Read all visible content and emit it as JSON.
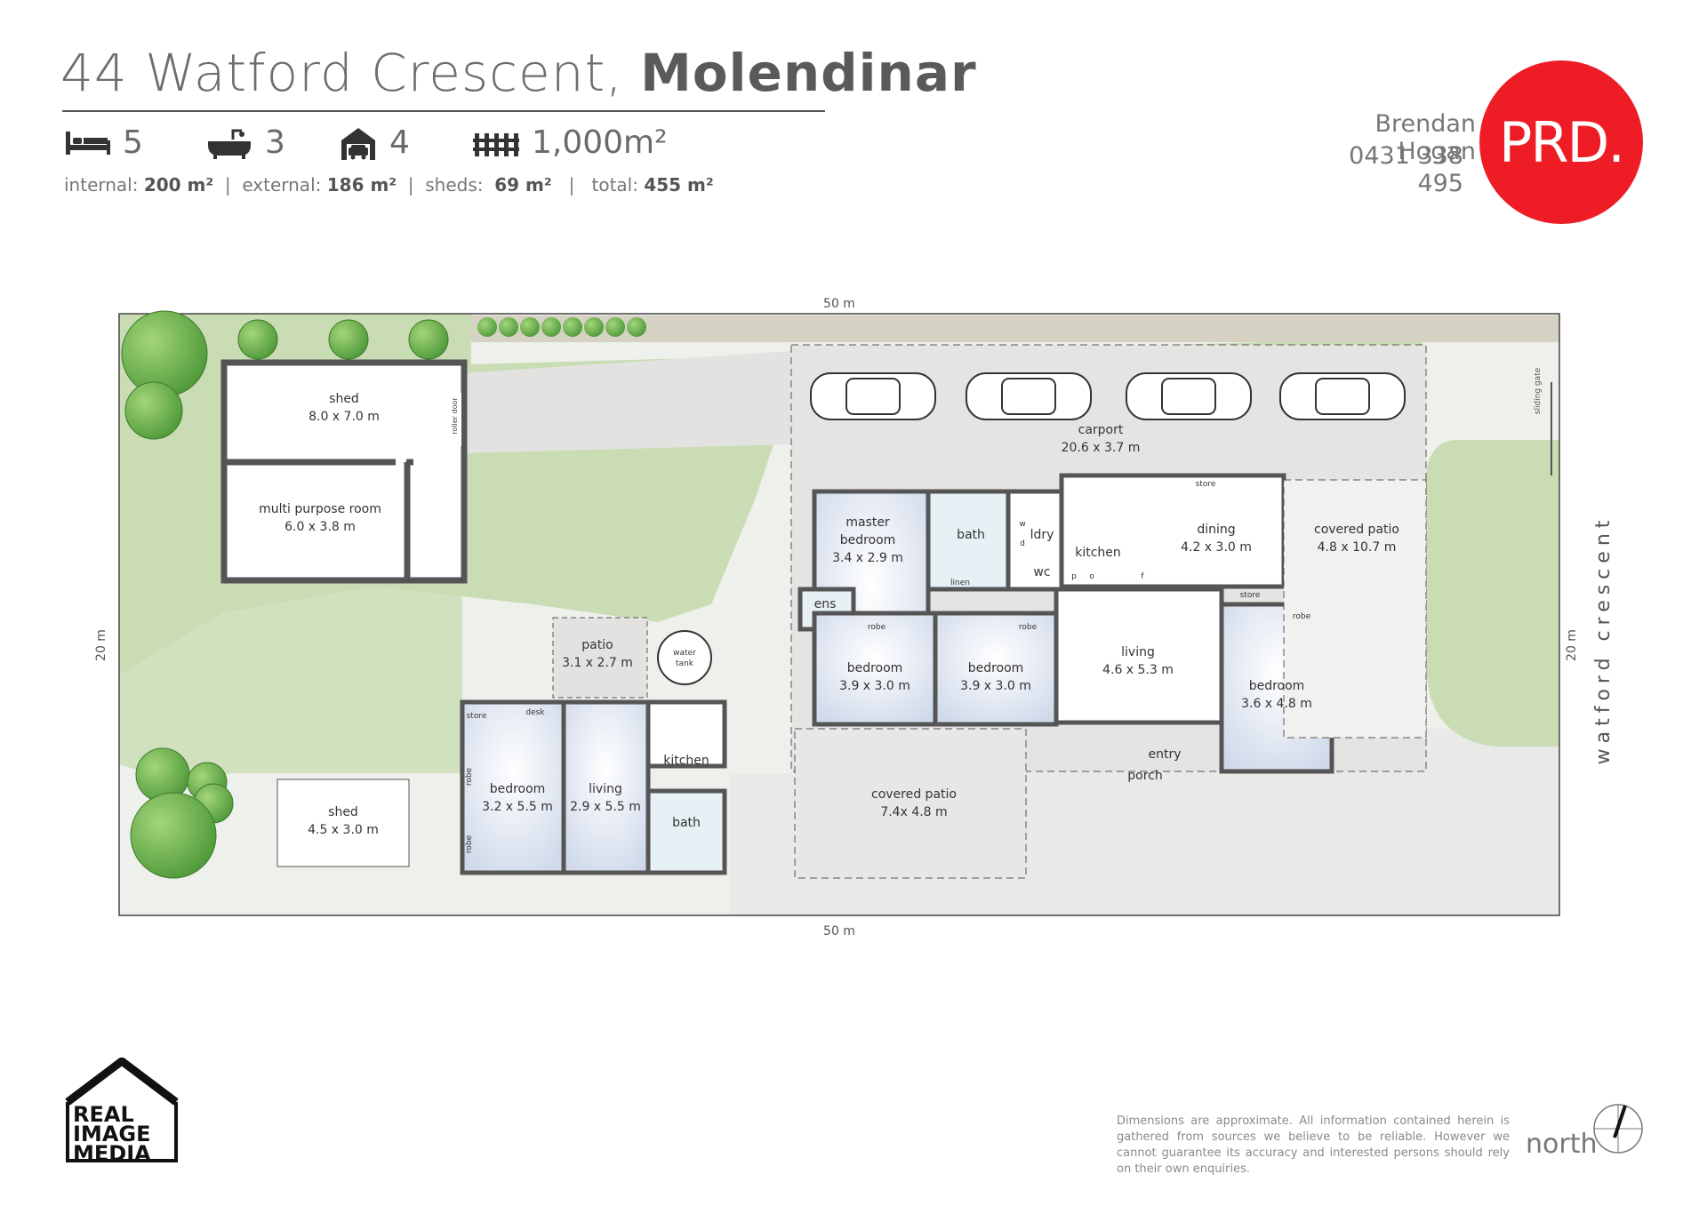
{
  "header": {
    "address_street": "44 Watford Crescent,",
    "address_suburb": "Molendinar",
    "beds": "5",
    "baths": "3",
    "cars": "4",
    "land": "1,000m²",
    "areas": {
      "internal_label": "internal:",
      "internal": "200 m²",
      "external_label": "external:",
      "external": "186 m²",
      "sheds_label": "sheds:",
      "sheds": "69 m²",
      "total_label": "total:",
      "total": "455 m²"
    }
  },
  "agent": {
    "name": "Brendan Hogan",
    "phone": "0431 338 495",
    "brand": "PRD."
  },
  "plan": {
    "dim_top": "50 m",
    "dim_bottom": "50 m",
    "dim_left": "20 m",
    "dim_right": "20 m",
    "street": "watford crescent",
    "sliding_gate": "sliding gate",
    "roller_door": "roller door",
    "rooms": {
      "shed1_name": "shed",
      "shed1_size": "8.0 x 7.0 m",
      "mpr_name": "multi purpose room",
      "mpr_size": "6.0 x 3.8 m",
      "carport_name": "carport",
      "carport_size": "20.6 x 3.7 m",
      "master_name": "master",
      "master_name2": "bedroom",
      "master_size": "3.4 x 2.9 m",
      "bath_main": "bath",
      "ldry": "ldry",
      "wc": "wc",
      "kitchen_main": "kitchen",
      "dining_name": "dining",
      "dining_size": "4.2 x 3.0 m",
      "cpatio_r_name": "covered patio",
      "cpatio_r_size": "4.8 x 10.7 m",
      "ens": "ens",
      "linen": "linen",
      "robe": "robe",
      "store": "store",
      "desk": "desk",
      "bed2_name": "bedroom",
      "bed2_size": "3.9 x 3.0 m",
      "bed3_name": "bedroom",
      "bed3_size": "3.9 x 3.0 m",
      "living_name": "living",
      "living_size": "4.6 x 5.3 m",
      "bed4_name": "bedroom",
      "bed4_size": "3.6 x 4.8 m",
      "entry": "entry",
      "porch": "porch",
      "cpatio_c_name": "covered patio",
      "cpatio_c_size": "7.4x 4.8 m",
      "patio_name": "patio",
      "patio_size": "3.1 x 2.7 m",
      "water_tank": "water",
      "water_tank2": "tank",
      "gf_bed_name": "bedroom",
      "gf_bed_size": "3.2 x 5.5 m",
      "gf_living_name": "living",
      "gf_living_size": "2.9 x 5.5 m",
      "gf_kitchen": "kitchen",
      "gf_bath": "bath",
      "shed2_name": "shed",
      "shed2_size": "4.5 x 3.0 m",
      "app_w": "w",
      "app_d": "d",
      "app_p": "p",
      "app_o": "o",
      "app_f": "f"
    }
  },
  "footer": {
    "logo_line1": "REAL",
    "logo_line2": "IMAGE",
    "logo_line3": "MEDIA",
    "disclaimer": "Dimensions are approximate.  All information contained herein is gathered from sources we believe to be reliable.  However we cannot guarantee its accuracy and interested persons should rely on their own enquiries.",
    "north": "north"
  }
}
